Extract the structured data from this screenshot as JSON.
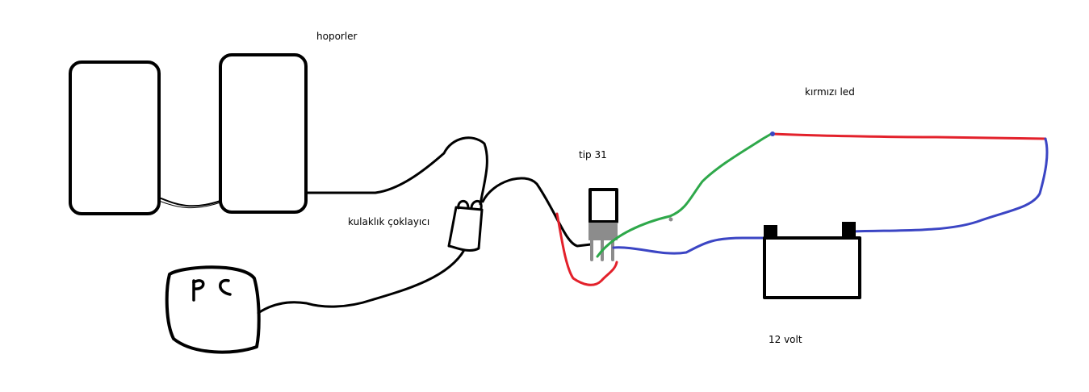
{
  "labels": {
    "speakers": "hoporler",
    "splitter": "kulaklık çoklayıcı",
    "transistor": "tip 31",
    "led": "kırmızı led",
    "battery": "12 volt"
  },
  "pc_text": "P C",
  "colors": {
    "black_wire": "#000000",
    "red_wire": "#e3212b",
    "green_wire": "#2ea84a",
    "blue_wire": "#3b45c4",
    "transistor_body": "#8c8c8c"
  }
}
